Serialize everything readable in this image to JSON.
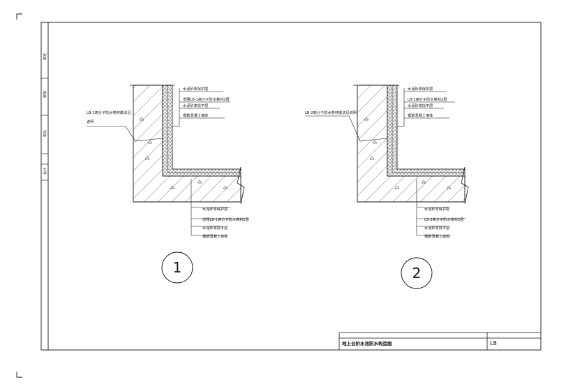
{
  "sidebar": {
    "cells": [
      "审定",
      "审核",
      "校对",
      "设计"
    ]
  },
  "details": [
    {
      "number": "1",
      "wall_callout": "LB-1高分子防水卷材做法见",
      "wall_callout_2": "说明",
      "wall_labels": [
        "水泥砂浆保护层",
        "增强LB-1高分子防水卷材2层",
        "水泥砂浆找平层",
        "钢筋混凝土墙体"
      ],
      "floor_labels": [
        "水泥砂浆保护层",
        "增强LB-1高分子防水卷材2层",
        "水泥砂浆找平层",
        "钢筋混凝土底板"
      ]
    },
    {
      "number": "2",
      "wall_callout": "LB-2高分子防水卷材做法见说明",
      "wall_callout_2": "",
      "wall_labels": [
        "水泥砂浆保护层",
        "LB-2高分子防水卷材2层",
        "水泥砂浆找平层",
        "钢筋混凝土墙体"
      ],
      "floor_labels": [
        "水泥砂浆保护层",
        "LB-2高分子防水卷材2层",
        "水泥砂浆找平层",
        "钢筋混凝土底板"
      ]
    }
  ],
  "title_block": {
    "title": "地上台阶水池防水构造图",
    "code": "LB"
  },
  "colors": {
    "line": "#111111",
    "background": "#ffffff"
  }
}
